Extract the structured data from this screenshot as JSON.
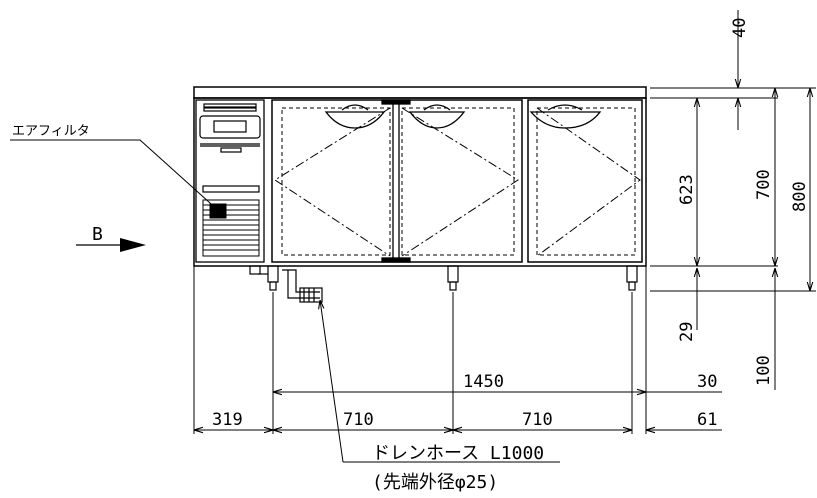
{
  "labels": {
    "air_filter": "エアフィルタ",
    "view_arrow": "B",
    "drain_hose": "ドレンホース L1000",
    "drain_hose_note": "(先端外径φ25)"
  },
  "dimensions": {
    "top_gap": "40",
    "door_height": "623",
    "body_height": "700",
    "total_height": "800",
    "leg_height": "29",
    "leg_area": "100",
    "width_main": "1450",
    "right_offset_top": "30",
    "left_offset": "319",
    "span_left": "710",
    "span_right": "710",
    "right_offset_bottom": "61"
  }
}
